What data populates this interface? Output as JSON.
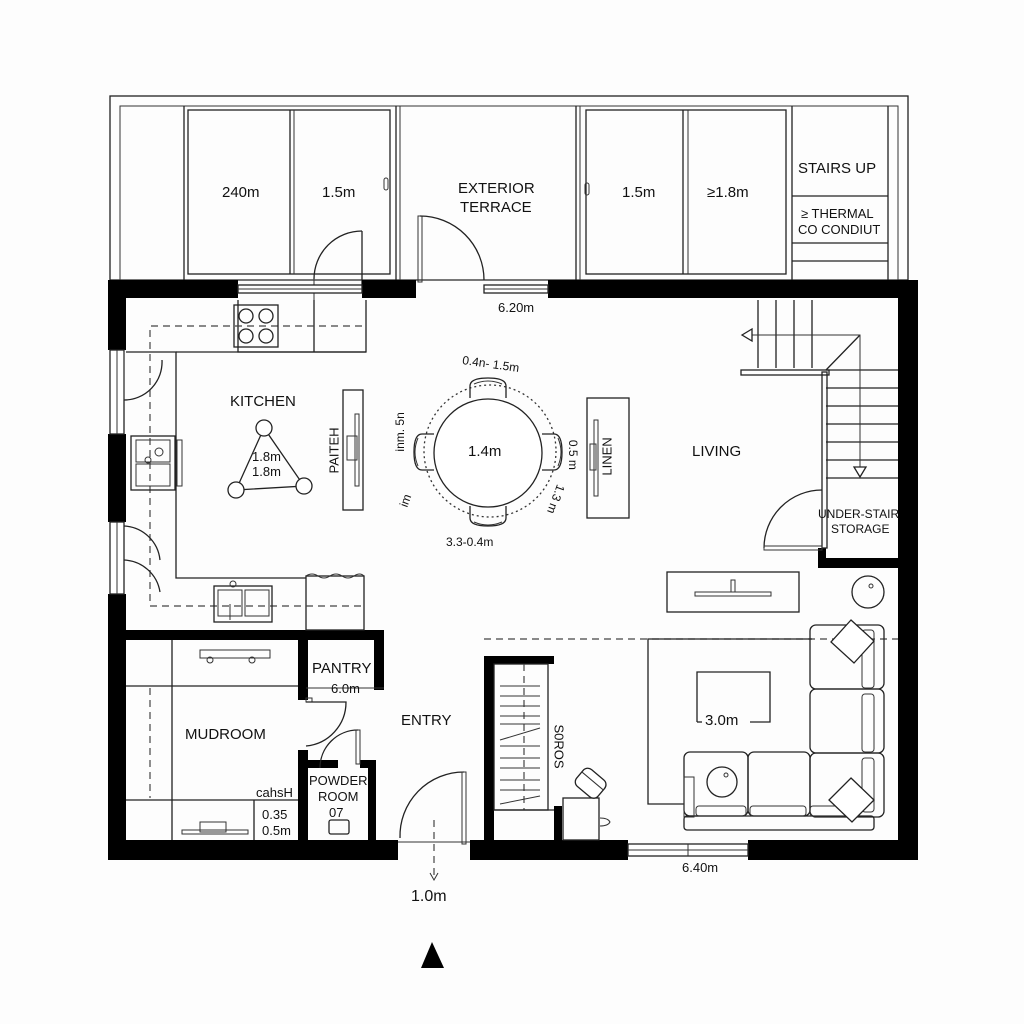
{
  "plan": {
    "north_arrow": "north-arrow-icon",
    "colors": {
      "wall": "#000000",
      "line": "#222222",
      "background": "#fdfdfd"
    }
  },
  "terrace": {
    "label_line1": "EXTERIOR",
    "label_line2": "TERRACE",
    "panel_1_dim": "240m",
    "panel_2_dim": "1.5m",
    "panel_3_dim": "1.5m",
    "panel_4_dim": "≥1.8m",
    "stairs_up": "STAIRS UP",
    "thermal_line1": "≥ THERMAL",
    "thermal_line2": "CO CONDIUT"
  },
  "rooms": {
    "kitchen": {
      "label": "KITCHEN",
      "triangle_dim_1": "1.8m",
      "triangle_dim_2": "1.8m",
      "pantry_cabinet": "PAITEH"
    },
    "dining": {
      "table_dim": "1.4m",
      "clear_top": "0.4n- 1.5m",
      "clear_left": "inm. 5n",
      "clear_left_low": "im",
      "clear_right": "0.5 m",
      "clear_right_low": "1.3 m",
      "clear_bottom": "3.3-0.4m"
    },
    "linen": {
      "label": "LINEN"
    },
    "living": {
      "label": "LIVING",
      "rug_dim": "3.0m"
    },
    "under_stair": {
      "line1": "UNDER-STAIR",
      "line2": "STORAGE"
    },
    "mudroom": {
      "label": "MUDROOM",
      "cabinet_label": "cahsH",
      "dim_1": "0.35",
      "dim_2": "0.5m"
    },
    "pantry": {
      "label": "PANTRY",
      "dim": "6.0m"
    },
    "powder_room": {
      "line1": "POWDER",
      "line2": "ROOM",
      "number": "07"
    },
    "entry": {
      "label": "ENTRY",
      "door_dim": "1.0m"
    },
    "closet": {
      "label": "S0ROS"
    }
  },
  "dimensions": {
    "top_opening": "6.20m",
    "bottom_window": "6.40m"
  }
}
